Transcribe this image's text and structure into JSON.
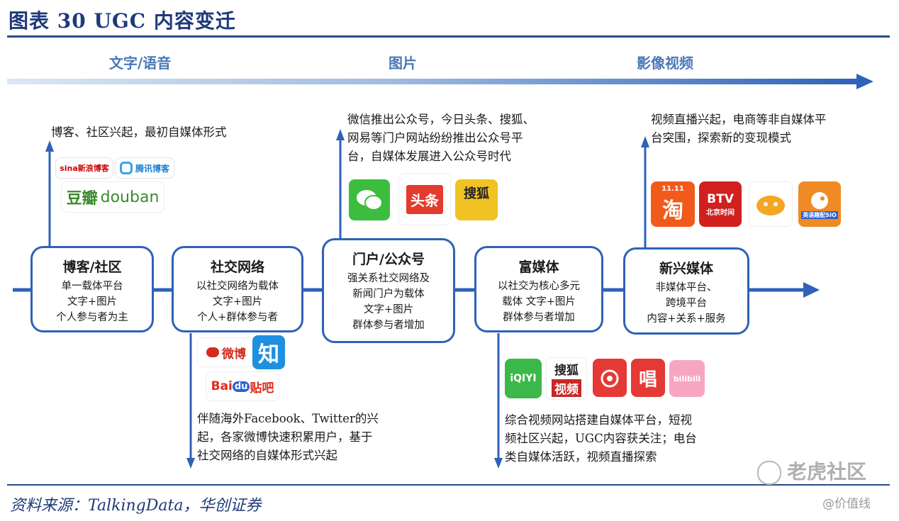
{
  "title": "图表 30   UGC 内容变迁",
  "eras": [
    "文字/语音",
    "图片",
    "影像视频"
  ],
  "nodes": [
    {
      "title": "博客/社区",
      "lines": [
        "单一载体平台",
        "文字+图片",
        "个人参与者为主"
      ]
    },
    {
      "title": "社交网络",
      "lines": [
        "以社交网络为载体",
        "文字+图片",
        "个人+群体参与者"
      ]
    },
    {
      "title": "门户/公众号",
      "lines": [
        "强关系社交网络及",
        "新闻门户为载体",
        "文字+图片",
        "群体参与者增加"
      ]
    },
    {
      "title": "富媒体",
      "lines": [
        "以社交为核心多元",
        "载体  文字+图片",
        "群体参与者增加"
      ]
    },
    {
      "title": "新兴媒体",
      "lines": [
        "非媒体平台、",
        "跨境平台",
        "内容+关系+服务"
      ]
    }
  ],
  "descriptions": {
    "blog": [
      "博客、社区兴起，最初自媒体形式"
    ],
    "social": [
      "伴随海外Facebook、Twitter的兴",
      "起，各家微博快速积累用户，基于",
      "社交网络的自媒体形式兴起"
    ],
    "portal": [
      "微信推出公众号，今日头条、搜狐、",
      "网易等门户网站纷纷推出公众号平",
      "台，自媒体发展进入公众号时代"
    ],
    "rich": [
      "综合视频网站搭建自媒体平台，短视",
      "频社区兴起，UGC内容获关注；电台",
      "类自媒体活跃，视频直播探索"
    ],
    "emerging": [
      "视频直播兴起，电商等非自媒体平",
      "台突围，探索新的变现模式"
    ]
  },
  "logos": {
    "sina": "sina新浪博客",
    "tencent": "腾讯博客",
    "douban_cn": "豆瓣",
    "douban_en": "douban",
    "weibo": "微博",
    "zhihu": "知",
    "baidu_a": "Bai",
    "baidu_b": "du",
    "baidu_c": "贴吧",
    "toutiao": "头条",
    "sohu": "搜狐",
    "iqiyi": "iQIYI",
    "sohu_video_a": "搜狐",
    "sohu_video_b": "视频",
    "chang": "唱",
    "bilibili": "bilibili",
    "taobao_top": "11.11",
    "taobao": "淘",
    "btv_a": "BTV",
    "btv_b": "北京时间",
    "yingyu": "英语趣配SIO"
  },
  "source": "资料来源：TalkingData，华创证券",
  "watermark": {
    "brand": "老虎社区",
    "sub": "@价值线"
  },
  "colors": {
    "accent": "#2f62b8",
    "title": "#1f3a7a",
    "era": "#4a78b8"
  }
}
